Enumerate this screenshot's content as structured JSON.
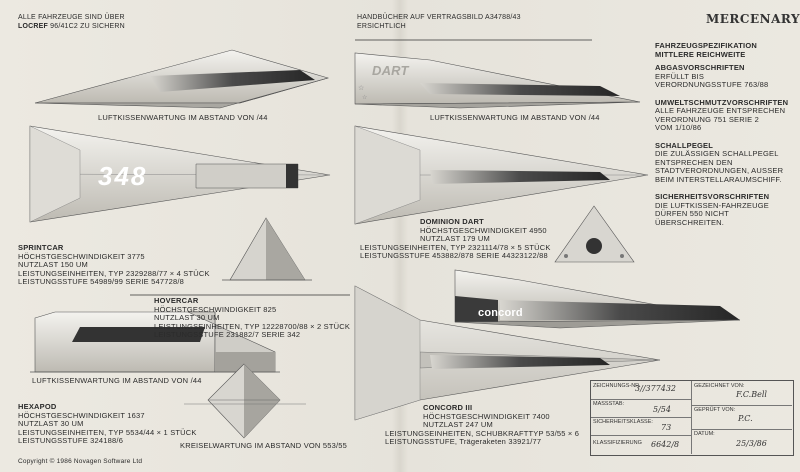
{
  "header": {
    "left_line1": "ALLE FAHRZEUGE SIND ÜBER",
    "left_line2_bold": "LOCREF",
    "left_line2_rest": " 96/41C2 ZU SICHERN",
    "mid_line1": "HANDBÜCHER AUF VERTRAGSBILD A34788/43",
    "mid_line2": "ERSICHTLICH",
    "logo": "MERCENARY"
  },
  "ships": {
    "top_left_caption": "LUFTKISSENWARTUNG IM ABSTAND VON /44",
    "top_right_caption": "LUFTKISSENWARTUNG IM ABSTAND VON /44",
    "dart_livery": "DART",
    "sprintcar_number": "348",
    "concord_livery": "concord"
  },
  "sprintcar": {
    "name": "SPRINTCAR",
    "lines": [
      "HÖCHSTGESCHWINDIGKEIT 3775",
      "NUTZLAST 150 UM",
      "LEISTUNGSEINHEITEN, TYP 2329288/77 × 4 STÜCK",
      "LEISTUNGSSTUFE 54989/99 SERIE 547728/8"
    ]
  },
  "dominion": {
    "name": "DOMINION DART",
    "lines": [
      "HÖCHSTGESCHWINDIGKEIT 4950",
      "NUTZLAST 179 UM",
      "LEISTUNGSEINHEITEN, TYP 2321114/78 × 5 STÜCK",
      "LEISTUNGSSTUFE 453882/878 SERIE 44323122/88"
    ]
  },
  "hovercar": {
    "name": "HOVERCAR",
    "lines": [
      "HÖCHSTGESCHWINDIGKEIT 825",
      "NUTZLAST 30 UM",
      "LEISTUNGSEINHEITEN, TYP 12228700/88 × 2 STÜCK",
      "LEISTUNGSSTUFE 231882/7 SERIE 342"
    ],
    "caption": "LUFTKISSENWARTUNG IM ABSTAND VON /44"
  },
  "hexapod": {
    "name": "HEXAPOD",
    "lines": [
      "HÖCHSTGESCHWINDIGKEIT 1637",
      "NUTZLAST 30 UM",
      "LEISTUNGSEINHEITEN, TYP 5534/44 × 1 STÜCK",
      "LEISTUNGSSTUFE 324188/6"
    ],
    "caption": "KREISELWARTUNG IM ABSTAND VON 553/55"
  },
  "concord3": {
    "name": "CONCORD III",
    "lines": [
      "HÖCHSTGESCHWINDIGKEIT 7400",
      "NUTZLAST 247 UM",
      "LEISTUNGSEINHEITEN, SCHUBKRAFTTYP 53/55 × 6",
      "LEISTUNGSSTUFE, Trägeraketen 33921/77"
    ]
  },
  "spec": {
    "title1": "FAHRZEUGSPEZIFIKATION",
    "title2": "MITTLERE REICHWEITE",
    "sections": [
      {
        "head": "ABGASVORSCHRIFTEN",
        "lines": [
          "ERFÜLLT BIS",
          "VERORDNUNGSSTUFE 763/88"
        ]
      },
      {
        "head": "UMWELTSCHMUTZVORSCHRIFTEN",
        "lines": [
          "ALLE FAHRZEUGE ENTSPRECHEN",
          "VERORDNUNG 751 SERIE 2",
          "VOM 1/10/86"
        ]
      },
      {
        "head": "SCHALLPEGEL",
        "lines": [
          "DIE ZULÄSSIGEN SCHALLPEGEL",
          "ENTSPRECHEN DEN",
          "STADTVERORDNUNGEN, AUSSER",
          "BEIM INTERSTELLARAUMSCHIFF."
        ]
      },
      {
        "head": "SICHERHEITSVORSCHRIFTEN",
        "lines": [
          "DIE LUFTKISSEN-FAHRZEUGE",
          "DÜRFEN 550 NICHT",
          "ÜBERSCHREITEN."
        ]
      }
    ]
  },
  "form": {
    "zeichnungs_label": "ZEICHNUNGS-NR.",
    "zeichnungs_value": "3//377432",
    "massstab_label": "MASSSTAB:",
    "massstab_value": "5/54",
    "sicherheit_label": "SICHERHEITSKLASSE:",
    "sicherheit_value": "73",
    "klass_label": "KLASSIFIZIERUNG",
    "klass_value": "6642/8",
    "gezeichnet_label": "GEZEICHNET VON:",
    "gezeichnet_value": "F.C.Bell",
    "geprueft_label": "GEPRÜFT VON:",
    "geprueft_value": "P.C.",
    "datum_label": "DATUM:",
    "datum_value": "25/3/86"
  },
  "copyright": "Copyright © 1986 Novagen Software Ltd"
}
